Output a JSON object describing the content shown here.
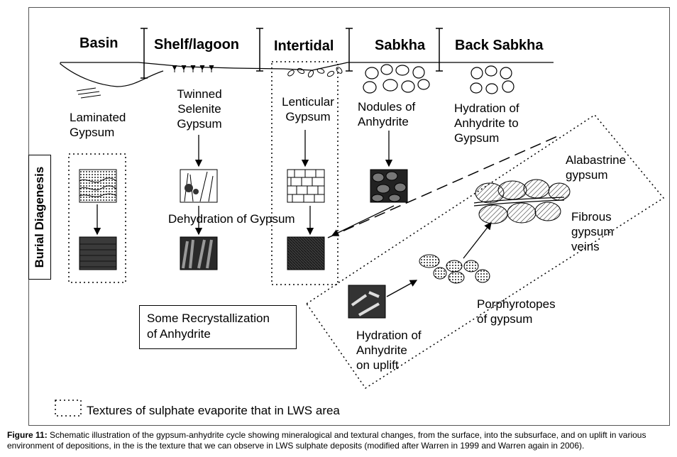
{
  "environments": {
    "basin": "Basin",
    "shelf": "Shelf/lagoon",
    "intertidal": "Intertidal",
    "sabkha": "Sabkha",
    "back_sabkha": "Back Sabkha"
  },
  "labels": {
    "laminated": "Laminated\nGypsum",
    "twinned": "Twinned\nSelenite\nGypsum",
    "lenticular": "Lenticular\nGypsum",
    "nodules": "Nodules of\nAnhydrite",
    "hydration_back": "Hydration of\nAnhydrite to\nGypsum",
    "alabastrine": "Alabastrine\ngypsum",
    "fibrous": "Fibrous\ngypsum\nveins",
    "porphyrotopes": "Porphyrotopes\nof gypsum",
    "hydration_uplift": "Hydration of\nAnhydrite\non uplift",
    "dehydration": "Dehydration of Gypsum",
    "burial": "Burial Diagenesis",
    "recrystallization": "Some Recrystallization\nof Anhydrite"
  },
  "legend": {
    "text": "Textures of sulphate evaporite that in LWS area"
  },
  "caption": {
    "label": "Figure 11:",
    "text": " Schematic illustration of the gypsum-anhydrite cycle showing mineralogical and textural changes, from the surface, into the subsurface, and on uplift in various environment of depositions, in the is the texture that we can observe in LWS sulphate deposits (modified after Warren in 1999 and Warren again in 2006)."
  }
}
